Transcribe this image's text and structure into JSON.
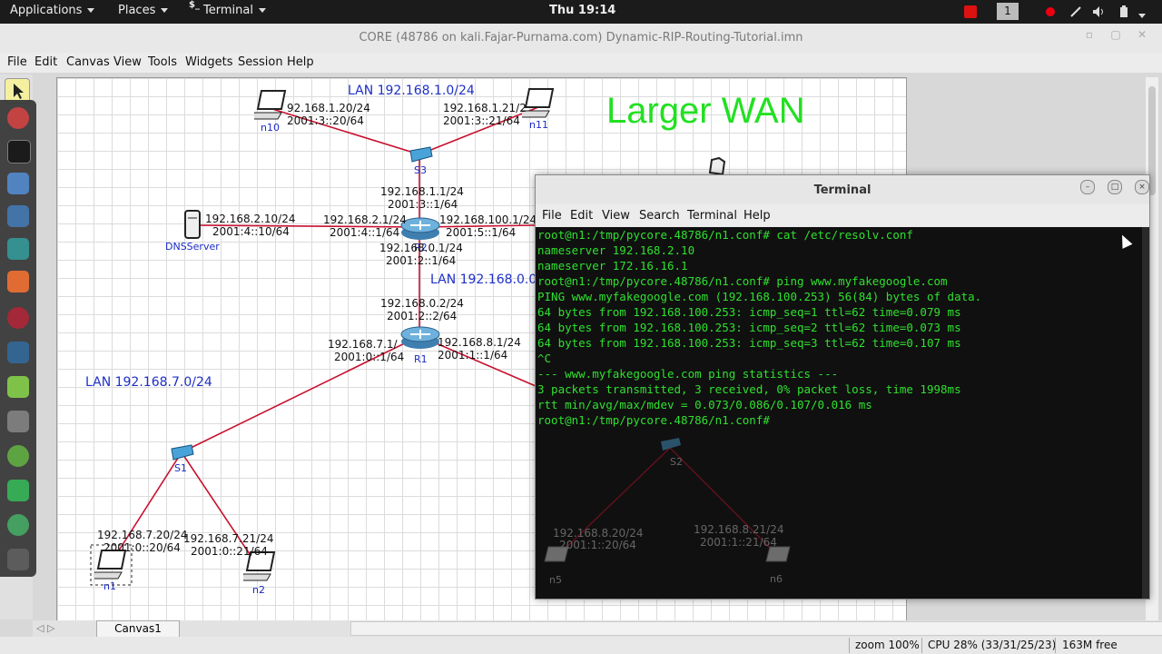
{
  "topbar": {
    "applications": "Applications",
    "places": "Places",
    "terminal_glyph": "$_",
    "terminal": "Terminal",
    "clock": "Thu 19:14",
    "workspace": "1"
  },
  "window": {
    "title": "CORE (48786 on kali.Fajar-Purnama.com) Dynamic-RIP-Routing-Tutorial.imn"
  },
  "menubar": [
    "File",
    "Edit",
    "Canvas",
    "View",
    "Tools",
    "Widgets",
    "Session",
    "Help"
  ],
  "canvas": {
    "wan_label": "Larger WAN",
    "lans": {
      "lan1": "LAN 192.168.1.0/24",
      "lan0": "LAN 192.168.0.0/",
      "lan7": "LAN 192.168.7.0/24"
    },
    "nodes": {
      "n10": "n10",
      "n11": "n11",
      "s3": "S3",
      "dns": "DNSServer",
      "r2": "R2",
      "r1": "R1",
      "s1": "S1",
      "s2": "S2",
      "n1": "n1",
      "n2": "n2",
      "n5": "n5",
      "n6": "n6"
    },
    "addrs": {
      "n10_v4": "92.168.1.20/24",
      "n10_v6": "2001:3::20/64",
      "n11_v4": "192.168.1.21/2",
      "n11_v6": "2001:3::21/64",
      "s3r_v4": "192.168.1.1/24",
      "s3r_v6": "2001:3::1/64",
      "dns_v4": "192.168.2.10/24",
      "dns_v6": "2001:4::10/64",
      "r2dns_v4": "192.168.2.1/24",
      "r2dns_v6": "2001:4::1/64",
      "r2wan_v4": "192.168.100.1/24",
      "r2wan_v6": "2001:5::1/64",
      "r2r1_v4": "192.168.0.1/24",
      "r2r1_v6": "2001:2::1/64",
      "r1r2_v4": "192.168.0.2/24",
      "r1r2_v6": "2001:2::2/64",
      "r1s1_v4": "192.168.7.1/",
      "r1s1_v6": "2001:0::1/64",
      "r1s2_v4": "192.168.8.1/24",
      "r1s2_v6": "2001:1::1/64",
      "n1_v4": "192.168.7.20/24",
      "n1_v6": "2001:0::20/64",
      "n2_v4": "192.168.7.21/24",
      "n2_v6": "2001:0::21/64",
      "n5_v4": "192.168.8.20/24",
      "n5_v6": "2001:1::20/64",
      "n6_v4": "192.168.8.21/24",
      "n6_v6": "2001:1::21/64"
    }
  },
  "bottom": {
    "tab": "Canvas1",
    "zoom": "zoom 100%",
    "cpu": "CPU 28% (33/31/25/23)",
    "mem": "163M free"
  },
  "terminal": {
    "title": "Terminal",
    "menu": [
      "File",
      "Edit",
      "View",
      "Search",
      "Terminal",
      "Help"
    ],
    "lines": [
      "root@n1:/tmp/pycore.48786/n1.conf# cat /etc/resolv.conf",
      "nameserver 192.168.2.10",
      "nameserver 172.16.16.1",
      "root@n1:/tmp/pycore.48786/n1.conf# ping www.myfakegoogle.com",
      "PING www.myfakegoogle.com (192.168.100.253) 56(84) bytes of data.",
      "64 bytes from 192.168.100.253: icmp_seq=1 ttl=62 time=0.079 ms",
      "64 bytes from 192.168.100.253: icmp_seq=2 ttl=62 time=0.073 ms",
      "64 bytes from 192.168.100.253: icmp_seq=3 ttl=62 time=0.107 ms",
      "^C",
      "--- www.myfakegoogle.com ping statistics ---",
      "3 packets transmitted, 3 received, 0% packet loss, time 1998ms",
      "rtt min/avg/max/mdev = 0.073/0.086/0.107/0.016 ms",
      "root@n1:/tmp/pycore.48786/n1.conf# "
    ]
  },
  "colors": {
    "link": "#c8102e",
    "wan_text": "#22e022",
    "terminal_text": "#2fe02f"
  }
}
